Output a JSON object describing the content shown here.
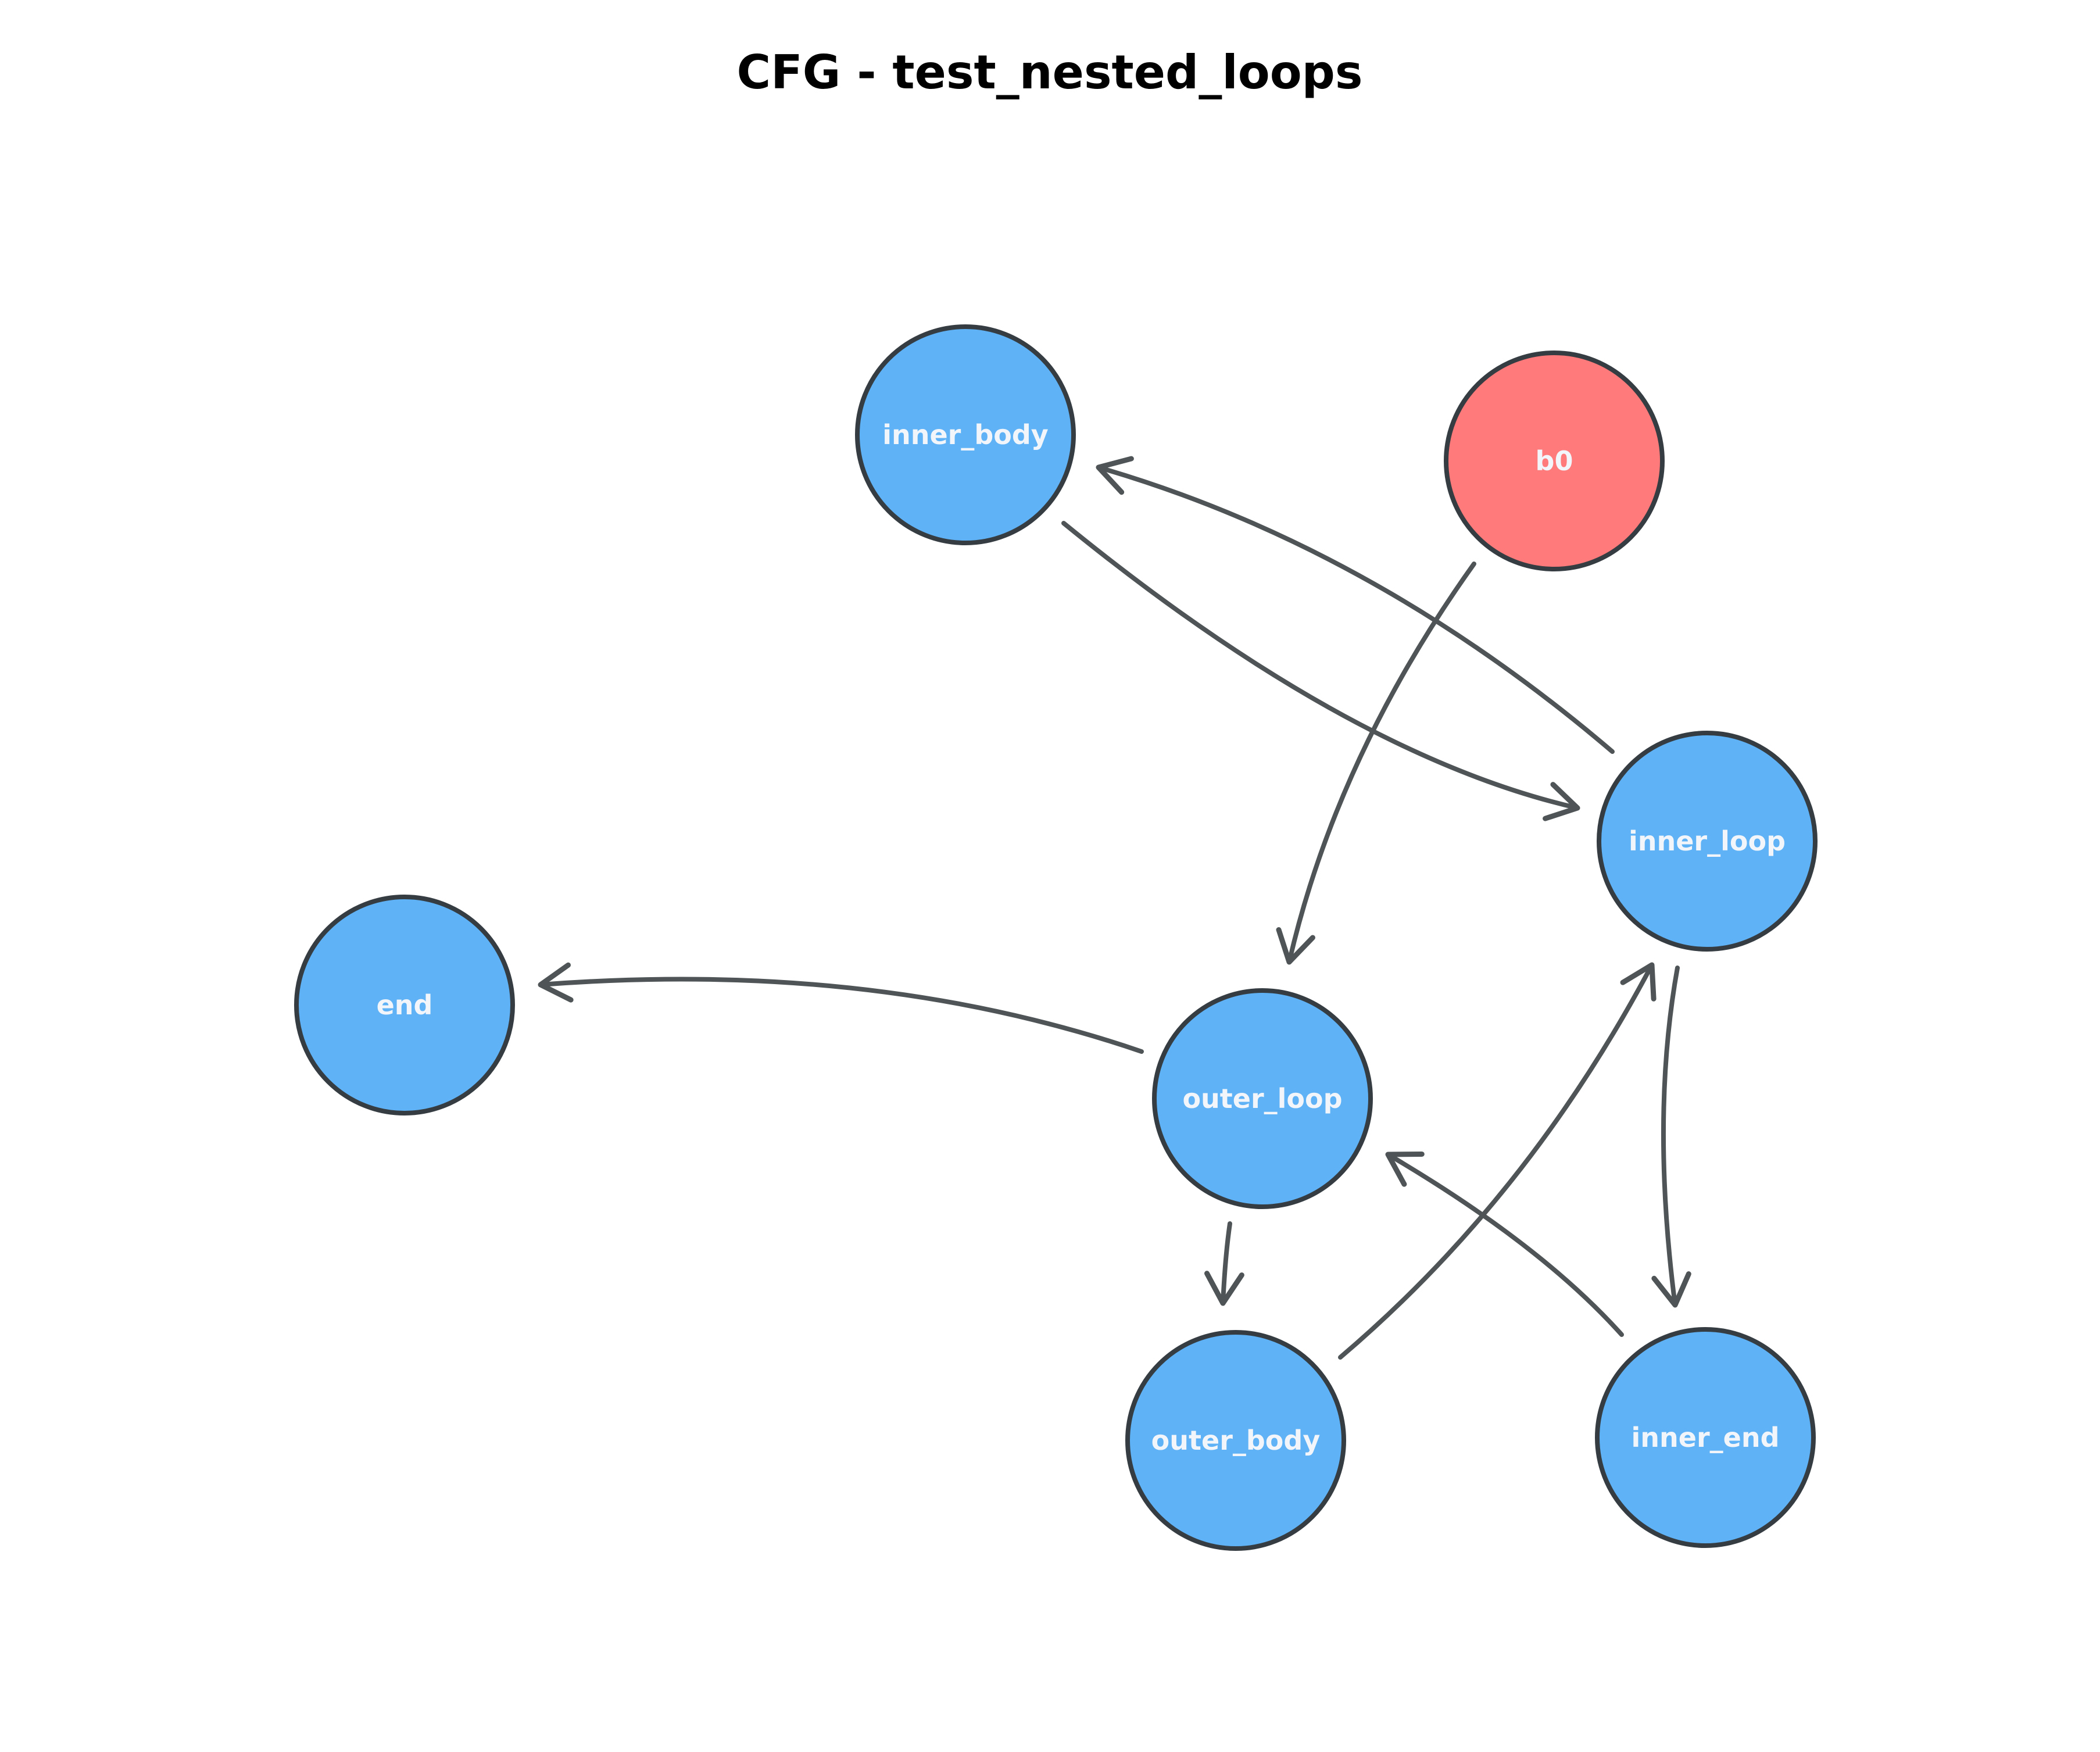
{
  "title": "CFG - test_nested_loops",
  "colors": {
    "node_default": "#5eb2f5",
    "node_entry": "#ff7a7a",
    "node_border": "#363d42",
    "edge": "#4f5556",
    "label": "#f2f6fb"
  },
  "nodes": [
    {
      "id": "inner_body",
      "label": "inner_body",
      "kind": "default"
    },
    {
      "id": "b0",
      "label": "b0",
      "kind": "entry"
    },
    {
      "id": "inner_loop",
      "label": "inner_loop",
      "kind": "default"
    },
    {
      "id": "end",
      "label": "end",
      "kind": "default"
    },
    {
      "id": "outer_loop",
      "label": "outer_loop",
      "kind": "default"
    },
    {
      "id": "outer_body",
      "label": "outer_body",
      "kind": "default"
    },
    {
      "id": "inner_end",
      "label": "inner_end",
      "kind": "default"
    }
  ],
  "edges": [
    {
      "from": "inner_loop",
      "to": "inner_body"
    },
    {
      "from": "inner_body",
      "to": "inner_loop"
    },
    {
      "from": "b0",
      "to": "outer_loop"
    },
    {
      "from": "outer_loop",
      "to": "end"
    },
    {
      "from": "inner_loop",
      "to": "inner_end"
    },
    {
      "from": "outer_body",
      "to": "inner_loop"
    },
    {
      "from": "inner_end",
      "to": "outer_loop"
    },
    {
      "from": "outer_loop",
      "to": "outer_body"
    }
  ]
}
